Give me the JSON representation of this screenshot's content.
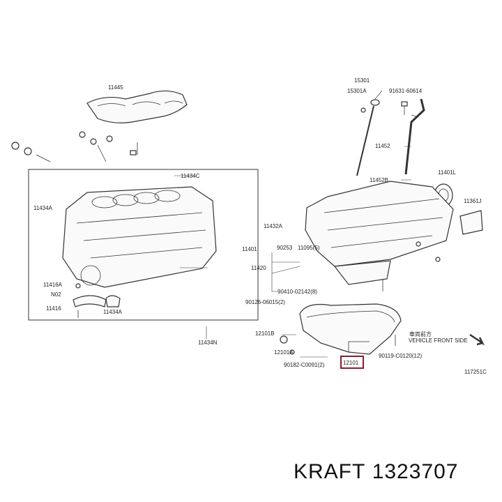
{
  "labels": {
    "l11445": "11445",
    "l15301": "15301",
    "l15301A": "15301A",
    "l91631": "91631-60614",
    "l11452": "11452",
    "l11452B": "11452B",
    "l11401L": "11401L",
    "l11361J": "11361J",
    "l11434C": "11434C",
    "l11434A": "11434A",
    "l11432A": "11432A",
    "l11401": "11401",
    "l90253": "90253",
    "l11095": "11095(5)",
    "l11420": "11420",
    "l90410": "90410-02142(8)",
    "l11416A": "11416A",
    "lN02": "N02",
    "l11416": "11416",
    "l11434A2": "11434A",
    "l90126": "90126-06015(2)",
    "l12101B": "12101B",
    "l12101A": "12101A",
    "l90182": "90182-C0091(2)",
    "l12101": "12101",
    "l90119": "90119-C0120(12)",
    "l11434N": "11434N",
    "lFront": "VEHICLE FRONT SIDE",
    "lFrontCn": "車両前方",
    "lDiag": "117251C"
  },
  "highlight_color": "#8b1a2b",
  "brand": {
    "name": "KRAFT",
    "number": "1323707"
  }
}
